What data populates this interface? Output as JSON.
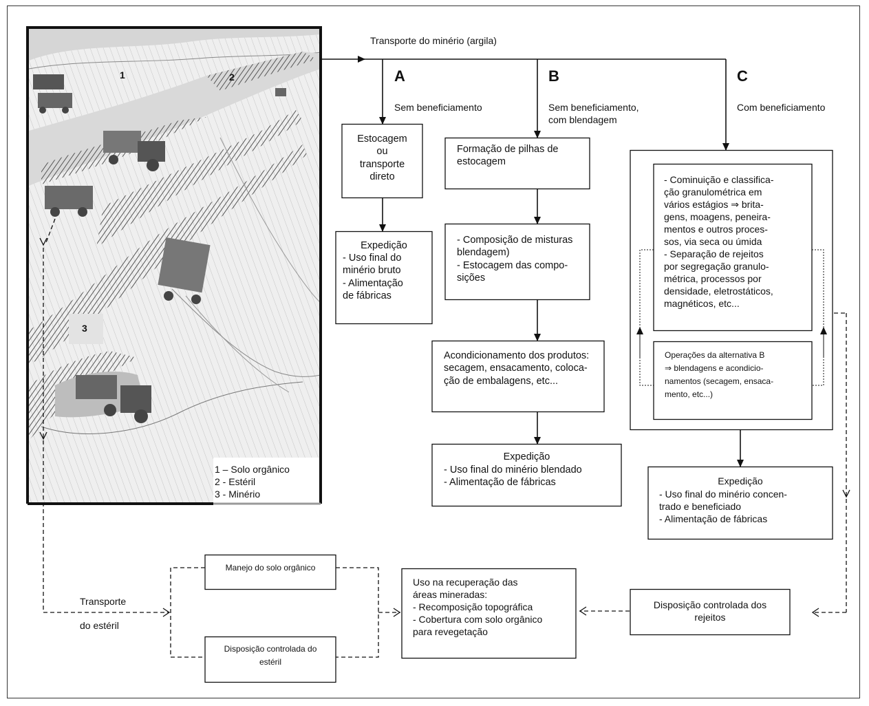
{
  "header": {
    "transport_label": "Transporte do minério (argila)"
  },
  "photo": {
    "zone_numbers": [
      "1",
      "2",
      "3"
    ],
    "legend": [
      "1 – Solo orgânico",
      "2 -  Estéril",
      "3 -  Minério"
    ]
  },
  "route_a": {
    "letter": "A",
    "caption": "Sem beneficiamento",
    "box1": "Estocagem\nou\ntransporte\ndireto",
    "box2_title": "Expedição",
    "box2_body": "- Uso final do\nminério bruto\n- Alimentação\nde fábricas"
  },
  "route_b": {
    "letter": "B",
    "caption": "Sem beneficiamento,\ncom blendagem",
    "box1": "Formação de pilhas de\nestocagem",
    "box2": "- Composição de misturas\nblendagem)\n- Estocagem  das compo-\nsições",
    "box3": "Acondicionamento dos produtos:\nsecagem, ensacamento, coloca-\nção de embalagens, etc...",
    "box4_title": "Expedição",
    "box4_body": "- Uso final do minério blendado\n- Alimentação de fábricas"
  },
  "route_c": {
    "letter": "C",
    "caption": "Com beneficiamento",
    "inner1": "- Cominuição e classifica-\nção granulométrica em\nvários estágios ⇒  brita-\ngens, moagens, peneira-\nmentos e outros proces-\nsos, via seca ou úmida\n- Separação de rejeitos\npor segregação granulo-\nmétrica, processos por\ndensidade, eletrostáticos,\nmagnéticos, etc...",
    "inner2": "Operações da alternativa B\n⇒  blendagens e acondicio-\nnamentos (secagem, ensaca-\nmento, etc...)",
    "exp_title": "Expedição",
    "exp_body": "- Uso final do minério concen-\ntrado e beneficiado\n- Alimentação de fábricas"
  },
  "bottom": {
    "transport_line1": "Transporte",
    "transport_line2": "do estéril",
    "manejo": "Manejo do solo orgânico",
    "disp_esteril": "Disposição controlada do\nestéril",
    "uso": "Uso na recuperação das\náreas mineradas:\n- Recomposição topográfica\n- Cobertura com solo orgânico\npara revegetação",
    "disp_rejeitos": "Disposição controlada dos\nrejeitos"
  }
}
